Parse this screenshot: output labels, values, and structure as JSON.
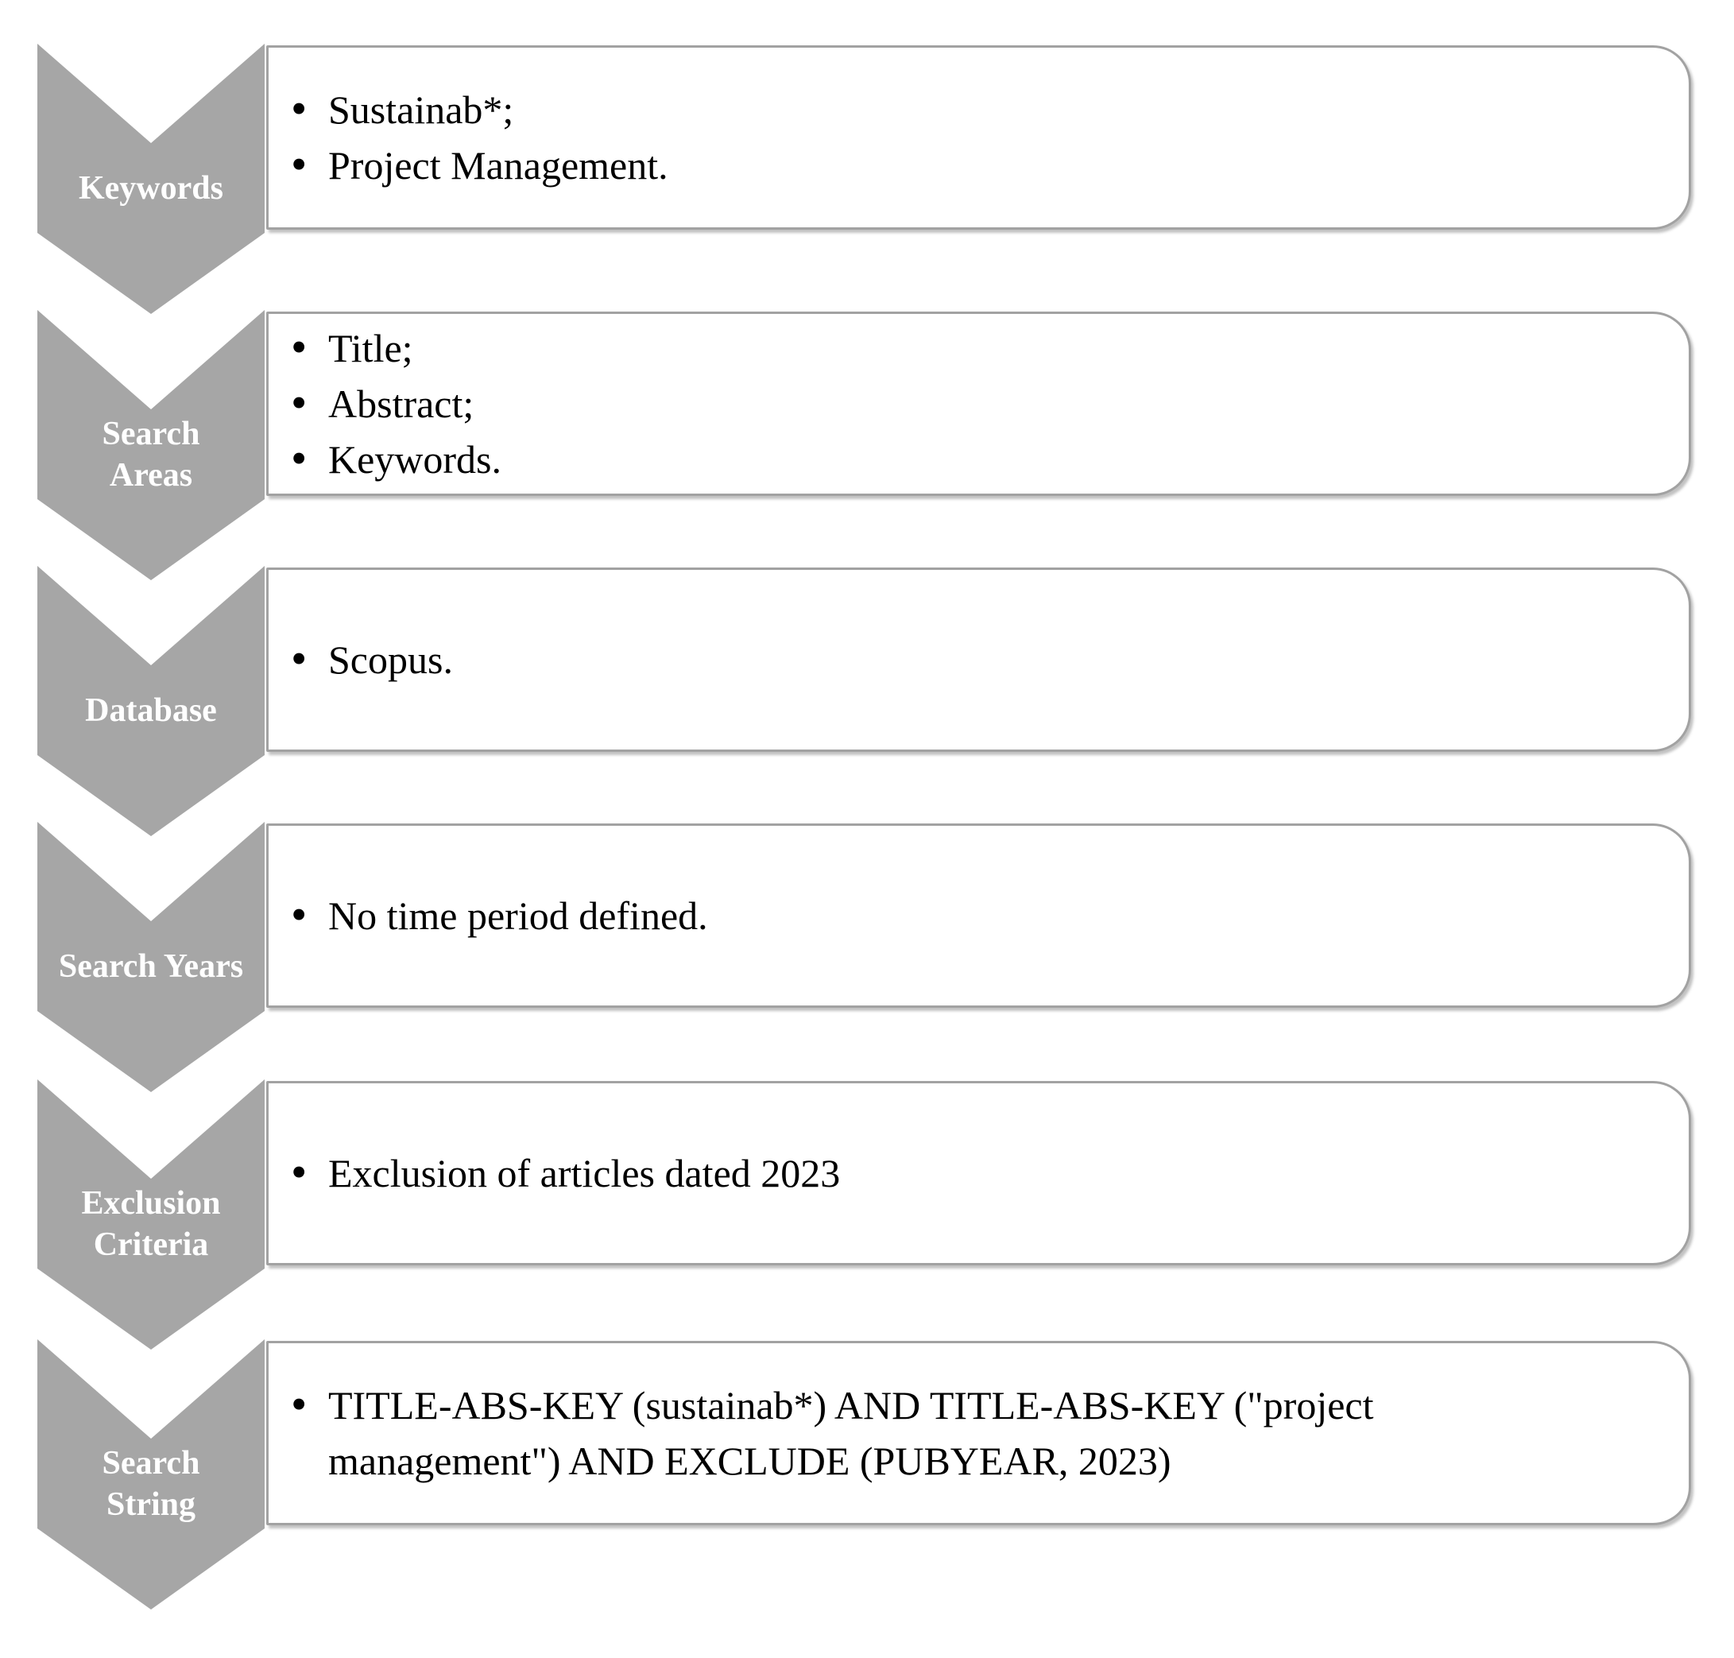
{
  "diagram": {
    "title": "Systematic search strategy chevron list",
    "colors": {
      "chevron_fill": "#a6a6a6",
      "chevron_label_text": "#ffffff",
      "box_fill": "#ffffff",
      "box_border": "#a2a2a2",
      "body_text": "#000000"
    },
    "steps": [
      {
        "label": "Keywords",
        "items": [
          "Sustainab*;",
          "Project Management."
        ]
      },
      {
        "label": "Search\nAreas",
        "items": [
          "Title;",
          "Abstract;",
          "Keywords."
        ]
      },
      {
        "label": "Database",
        "items": [
          "Scopus."
        ]
      },
      {
        "label": "Search Years",
        "items": [
          "No time period defined."
        ]
      },
      {
        "label": "Exclusion\nCriteria",
        "items": [
          "Exclusion of articles dated 2023"
        ]
      },
      {
        "label": "Search\nString",
        "items": [
          "TITLE-ABS-KEY (sustainab*) AND TITLE-ABS-KEY (\"project management\") AND EXCLUDE (PUBYEAR, 2023)"
        ]
      }
    ]
  }
}
